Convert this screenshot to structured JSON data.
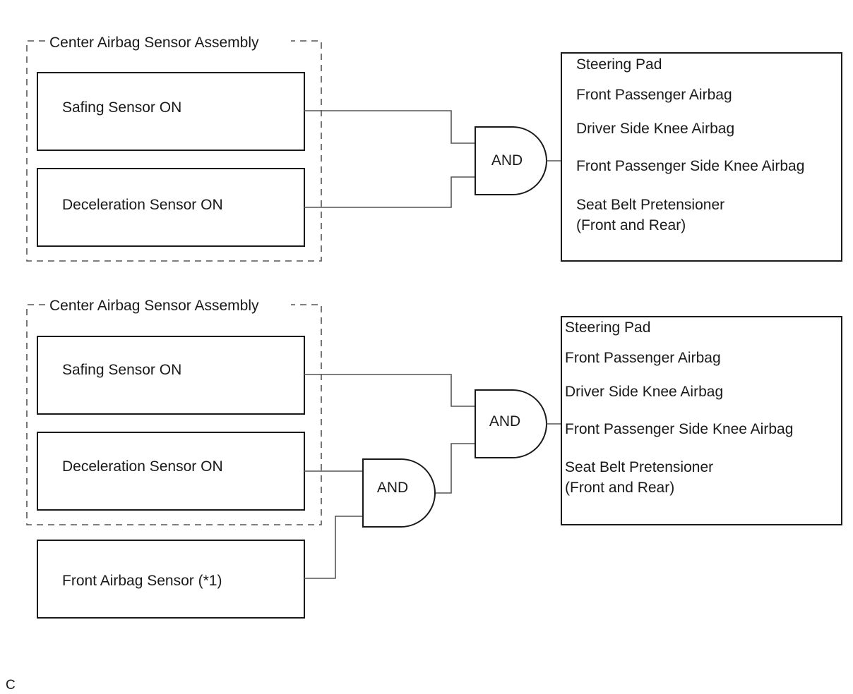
{
  "diagrams": [
    {
      "assembly_label": "Center Airbag Sensor Assembly",
      "sensors": [
        "Safing Sensor ON",
        "Deceleration Sensor ON"
      ],
      "gate_label": "AND",
      "outputs": [
        "Steering Pad",
        "Front Passenger Airbag",
        "Driver Side Knee Airbag",
        "Front Passenger Side Knee Airbag",
        "Seat Belt Pretensioner",
        "(Front and Rear)"
      ]
    },
    {
      "assembly_label": "Center Airbag Sensor Assembly",
      "sensors": [
        "Safing Sensor ON",
        "Deceleration Sensor ON"
      ],
      "external_sensor": "Front Airbag Sensor (*1)",
      "gate_main_label": "AND",
      "gate_sub_label": "AND",
      "outputs": [
        "Steering Pad",
        "Front Passenger Airbag",
        "Driver Side Knee Airbag",
        "Front Passenger Side Knee Airbag",
        "Seat Belt Pretensioner",
        "(Front and Rear)"
      ]
    }
  ],
  "footer_code": "C"
}
